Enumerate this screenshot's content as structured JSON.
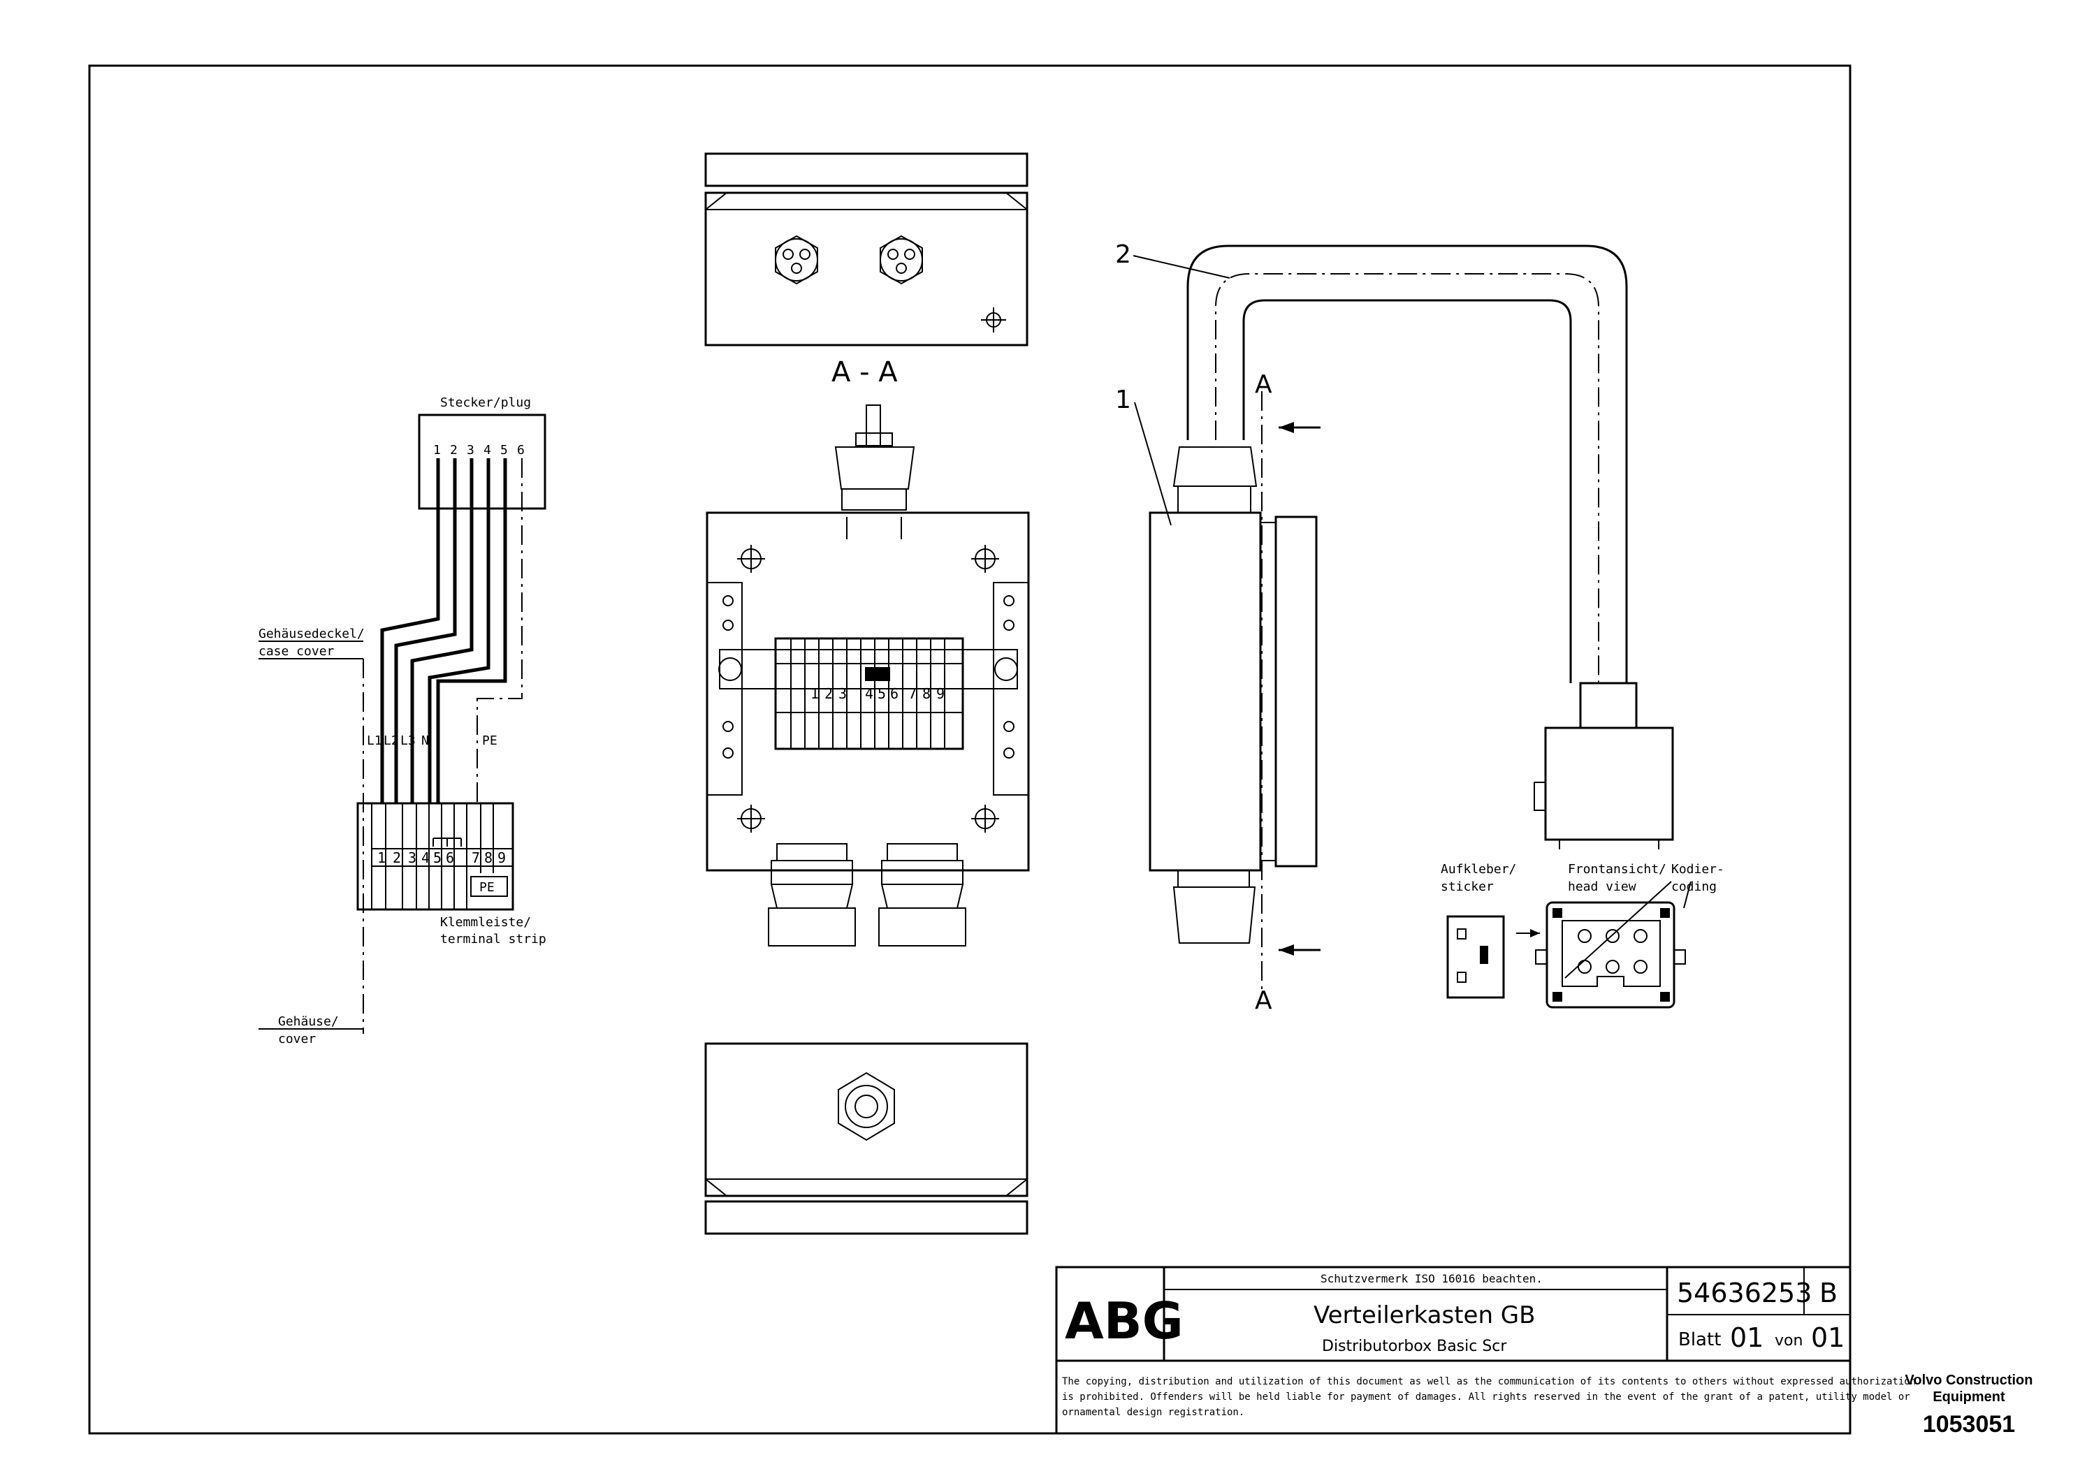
{
  "title_block": {
    "notice": "Schutzvermerk ISO 16016 beachten.",
    "title_de": "Verteilerkasten GB",
    "title_en": "Distributorbox Basic Scr",
    "drawing_number": "54636253",
    "revision": "B",
    "sheet_label": "Blatt",
    "sheet_number": "01",
    "of_label": "von",
    "sheet_total": "01",
    "logo": "ABG",
    "copyright_line1": "The copying, distribution and utilization of this document as well as the communication of its contents to others without expressed authorization",
    "copyright_line2": "is prohibited. Offenders will be held liable for payment of damages. All rights reserved in the event of the grant of a patent, utility model or",
    "copyright_line3": "ornamental design registration."
  },
  "wiring": {
    "plug_label": "Stecker/plug",
    "plug_pins": [
      "1",
      "2",
      "3",
      "4",
      "5",
      "6"
    ],
    "case_cover_de": "Gehäusedeckel/",
    "case_cover_en": "case cover",
    "wire_labels": [
      "L1",
      "L2",
      "L3",
      "N",
      "PE"
    ],
    "terminals": [
      "1",
      "2",
      "3",
      "4",
      "5",
      "6",
      "7",
      "8",
      "9"
    ],
    "terminal_pe": "PE",
    "terminal_strip_de": "Klemmleiste/",
    "terminal_strip_en": "terminal strip",
    "housing_de": "Gehäuse/",
    "housing_en": "cover"
  },
  "views": {
    "section_label": "A - A",
    "section_marker": "A",
    "box_terminals": [
      "1",
      "2",
      "3",
      "4",
      "5",
      "6",
      "7",
      "8",
      "9"
    ],
    "callout_1": "1",
    "callout_2": "2",
    "sticker_de": "Aufkleber/",
    "sticker_en": "sticker",
    "front_de": "Frontansicht/",
    "front_en": "head view",
    "coding_de": "Kodier-",
    "coding_en": "coding"
  },
  "footer": {
    "company_line1": "Volvo Construction",
    "company_line2": "Equipment",
    "image_id": "1053051"
  }
}
